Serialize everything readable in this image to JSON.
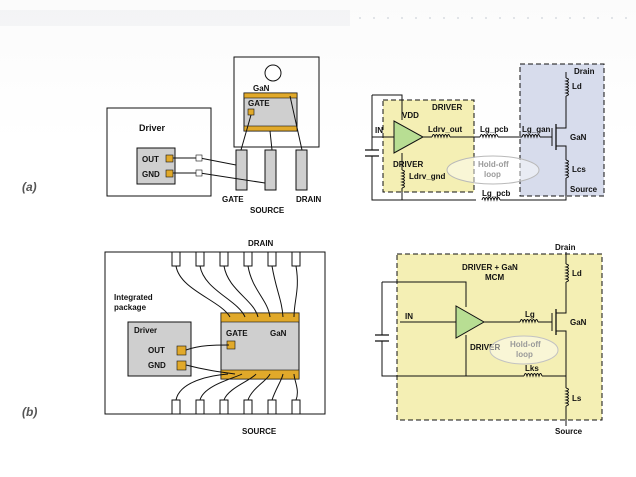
{
  "parts": {
    "a": "(a)",
    "b": "(b)"
  },
  "a_phys": {
    "driver": "Driver",
    "out": "OUT",
    "gnd": "GND",
    "gan": "GaN",
    "gate_pad": "GATE",
    "gate_pin": "GATE",
    "source_pin": "SOURCE",
    "drain_pin": "DRAIN"
  },
  "a_circuit": {
    "drain": "Drain",
    "ld": "Ld",
    "vdd": "VDD",
    "driver_box": "DRIVER",
    "in": "IN",
    "ldrv_out": "Ldrv_out",
    "lg_pcb_top": "Lg_pcb",
    "lg_gan": "Lg_gan",
    "gan": "GaN",
    "driver_amp": "DRIVER",
    "lcs": "Lcs",
    "ldrv_gnd": "Ldrv_gnd",
    "holdoff_1": "Hold-off",
    "holdoff_2": "loop",
    "source": "Source",
    "lg_pcb_bot": "Lg_pcb"
  },
  "b_phys": {
    "drain": "DRAIN",
    "integrated_1": "Integrated",
    "integrated_2": "package",
    "driver": "Driver",
    "out": "OUT",
    "gnd": "GND",
    "gate": "GATE",
    "gan": "GaN",
    "source": "SOURCE"
  },
  "b_circuit": {
    "drain": "Drain",
    "ld": "Ld",
    "mcm_1": "DRIVER + GaN",
    "mcm_2": "MCM",
    "in": "IN",
    "lg": "Lg",
    "gan": "GaN",
    "driver_amp": "DRIVER",
    "holdoff_1": "Hold-off",
    "holdoff_2": "loop",
    "lks": "Lks",
    "ls": "Ls",
    "source": "Source"
  },
  "colors": {
    "highlight_yellow": "#f4efb4",
    "highlight_blue": "#d7dcec",
    "chip_gray": "#cfcfcf",
    "pad_orange": "#e1a92a",
    "amp_green": "#b8de93"
  }
}
